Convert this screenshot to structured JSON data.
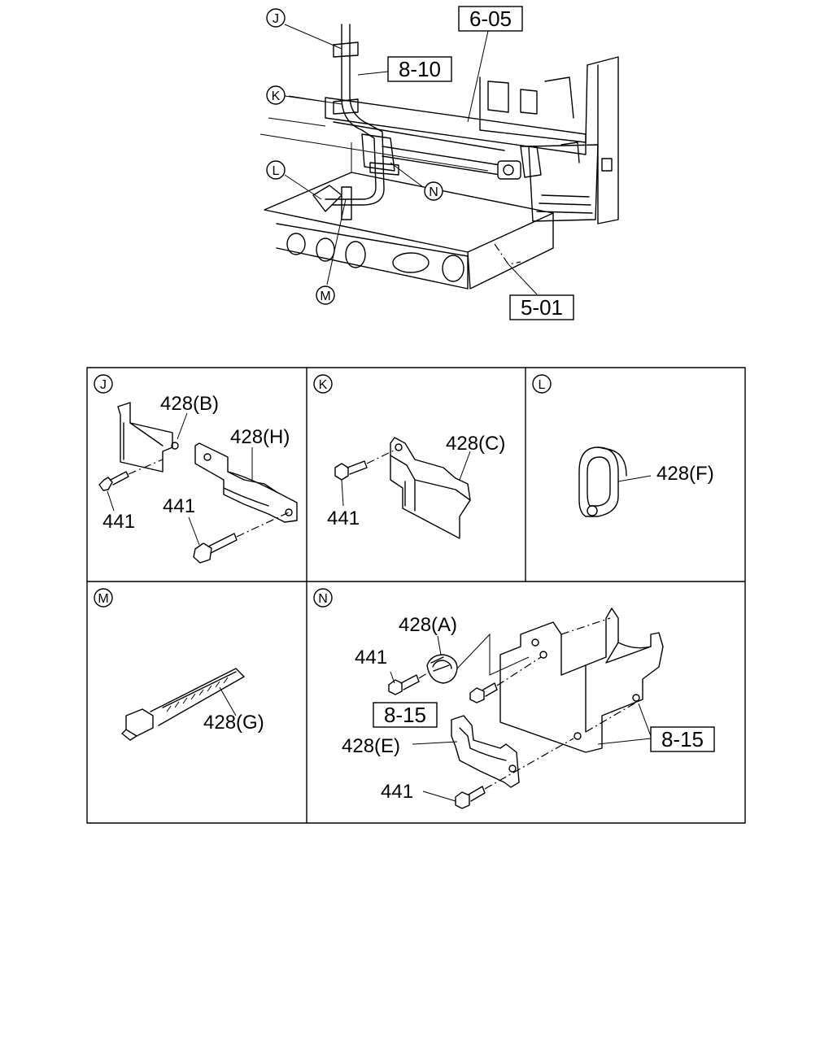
{
  "overview": {
    "callouts": {
      "j": "J",
      "k": "K",
      "l": "L",
      "m": "M",
      "n": "N"
    },
    "refs": {
      "ref_605": "6-05",
      "ref_810": "8-10",
      "ref_501": "5-01"
    }
  },
  "panels": {
    "j": {
      "letter": "J",
      "labels": {
        "part_b": "428(B)",
        "part_h": "428(H)",
        "bolt_1": "441",
        "bolt_2": "441"
      }
    },
    "k": {
      "letter": "K",
      "labels": {
        "part_c": "428(C)",
        "bolt": "441"
      }
    },
    "l": {
      "letter": "L",
      "labels": {
        "part_f": "428(F)"
      }
    },
    "m": {
      "letter": "M",
      "labels": {
        "part_g": "428(G)"
      }
    },
    "n": {
      "letter": "N",
      "labels": {
        "part_a": "428(A)",
        "bolt_1": "441",
        "ref_815_a": "8-15",
        "part_e": "428(E)",
        "ref_815_b": "8-15",
        "bolt_2": "441"
      }
    }
  }
}
